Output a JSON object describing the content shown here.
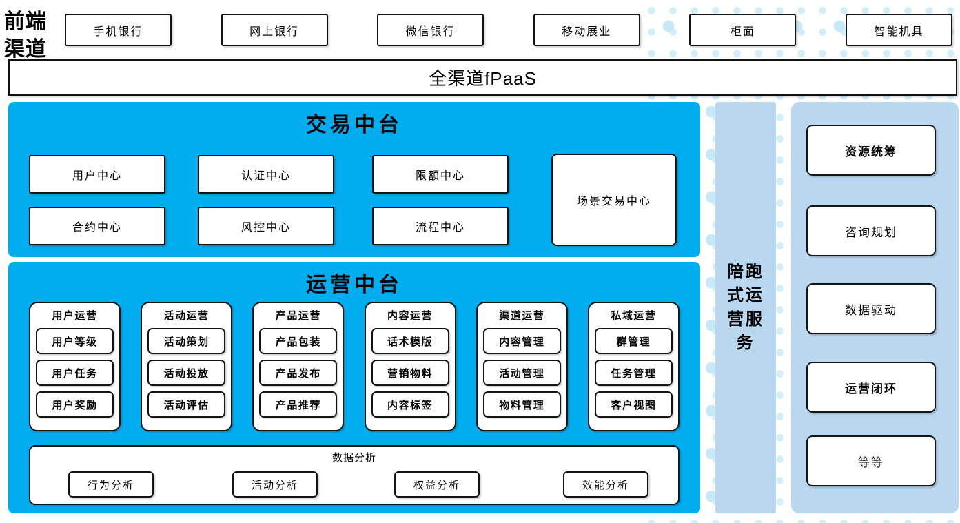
{
  "frontend": {
    "label": "前端渠道",
    "channels": [
      "手机银行",
      "网上银行",
      "微信银行",
      "移动展业",
      "柜面",
      "智能机具"
    ]
  },
  "fpaas": {
    "label": "全渠道fPaaS"
  },
  "transaction": {
    "title": "交易中台",
    "row1": [
      "用户中心",
      "认证中心",
      "限额中心"
    ],
    "row2": [
      "合约中心",
      "风控中心",
      "流程中心"
    ],
    "scene_center": "场景交易中心"
  },
  "operation": {
    "title": "运营中台",
    "columns": [
      {
        "header": "用户运营",
        "items": [
          "用户等级",
          "用户任务",
          "用户奖励"
        ]
      },
      {
        "header": "活动运营",
        "items": [
          "活动策划",
          "活动投放",
          "活动评估"
        ]
      },
      {
        "header": "产品运营",
        "items": [
          "产品包装",
          "产品发布",
          "产品推荐"
        ]
      },
      {
        "header": "内容运营",
        "items": [
          "话术模版",
          "营销物料",
          "内容标签"
        ]
      },
      {
        "header": "渠道运营",
        "items": [
          "内容管理",
          "活动管理",
          "物料管理"
        ]
      },
      {
        "header": "私域运营",
        "items": [
          "群管理",
          "任务管理",
          "客户视图"
        ]
      }
    ],
    "analysis": {
      "title": "数据分析",
      "items": [
        "行为分析",
        "活动分析",
        "权益分析",
        "效能分析"
      ]
    }
  },
  "side_strip": {
    "label": "陪跑式运营服务"
  },
  "right_panel": {
    "items": [
      {
        "label": "资源统筹",
        "bold": true
      },
      {
        "label": "咨询规划",
        "bold": false
      },
      {
        "label": "数据驱动",
        "bold": false
      },
      {
        "label": "运营闭环",
        "bold": true
      },
      {
        "label": "等等",
        "bold": false
      }
    ]
  },
  "colors": {
    "accent_blue": "#00aef0",
    "panel_blue": "#b9d7ef",
    "dot_blue": "#c7e9f7",
    "border": "#141414"
  }
}
